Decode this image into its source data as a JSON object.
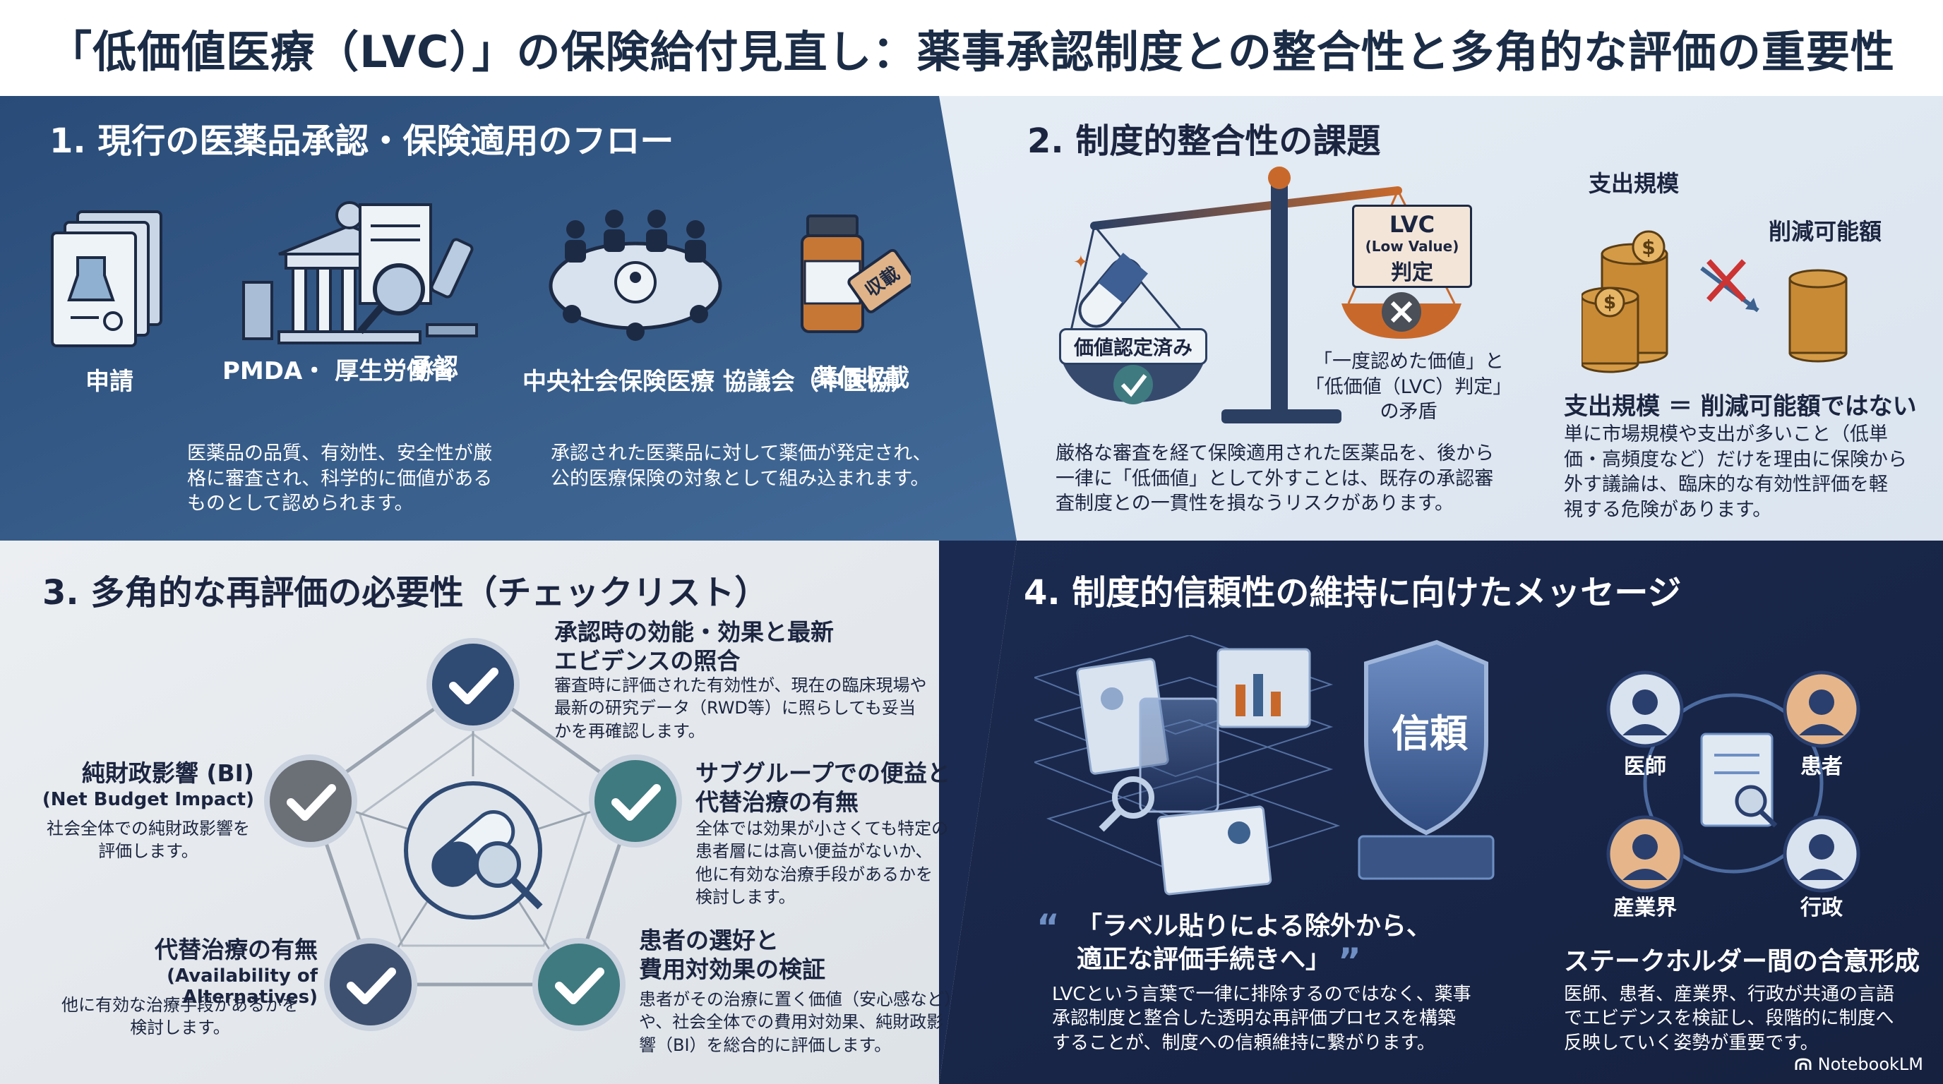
{
  "title": "「低価値医療（LVC）」の保険給付見直し：薬事承認制度との整合性と多角的な評価の重要性",
  "section1": {
    "heading": "1. 現行の医薬品承認・保険適用のフロー",
    "steps": [
      {
        "label": "申請"
      },
      {
        "label": "PMDA・\n厚生労働省"
      },
      {
        "label": "承認"
      },
      {
        "label": "中央社会保険医療\n協議会（中医協）"
      },
      {
        "label": "薬価収載"
      }
    ],
    "price_tag": "収載",
    "desc_left": "医薬品の品質、有効性、安全性が厳\n格に審査され、科学的に価値がある\nものとして認められます。",
    "desc_right": "承認された医薬品に対して薬価が発定され、\n公的医療保険の対象として組み込まれます。"
  },
  "section2": {
    "heading": "2. 制度的整合性の課題",
    "approved_label": "価値認定済み",
    "lvc_line1": "LVC",
    "lvc_line2": "(Low Value)",
    "lvc_line3": "判定",
    "contradiction": "「一度認めた価値」と\n「低価値（LVC）判定」\nの矛盾",
    "desc": "厳格な審査を経て保険適用された医薬品を、後から\n一律に「低価値」として外すことは、既存の承認審\n査制度との一貫性を損なうリスクがあります。",
    "spend_label": "支出規模",
    "reduce_label": "削減可能額",
    "spend_headline": "支出規模 ＝ 削減可能額ではない",
    "spend_desc": "単に市場規模や支出が多いこと（低単\n価・高頻度など）だけを理由に保険から\n外す議論は、臨床的な有効性評価を軽\n視する危険があります。"
  },
  "section3": {
    "heading": "3. 多角的な再評価の必要性（チェックリスト）",
    "items": [
      {
        "title": "承認時の効能・効果と最新\nエビデンスの照合",
        "desc": "審査時に評価された有効性が、現在の臨床現場や\n最新の研究データ（RWD等）に照らしても妥当\nかを再確認します。"
      },
      {
        "title": "サブグループでの便益と\n代替治療の有無",
        "desc": "全体では効果が小さくても特定の\n患者層には高い便益がないか、\n他に有効な治療手段があるかを\n検討します。"
      },
      {
        "title": "患者の選好と\n費用対効果の検証",
        "desc": "患者がその治療に置く価値（安心感など）\nや、社会全体での費用対効果、純財政影\n響（BI）を総合的に評価します。"
      },
      {
        "title": "代替治療の有無",
        "subtitle": "(Availability of Alternatives)",
        "desc": "他に有効な治療手段があるかを\n検討します。"
      },
      {
        "title": "純財政影響 (BI)",
        "subtitle": "(Net Budget Impact)",
        "desc": "社会全体での純財政影響を\n評価します。"
      }
    ]
  },
  "section4": {
    "heading": "4. 制度的信頼性の維持に向けたメッセージ",
    "shield_text": "信頼",
    "quote": "「ラベル貼りによる除外から、\n適正な評価手続きへ」",
    "quote_desc": "LVCという言葉で一律に排除するのではなく、薬事\n承認制度と整合した透明な再評価プロセスを構築\nすることが、制度への信頼維持に繋がります。",
    "stakeholders": [
      {
        "label": "医師"
      },
      {
        "label": "患者"
      },
      {
        "label": "産業界"
      },
      {
        "label": "行政"
      }
    ],
    "consensus_headline": "ステークホルダー間の合意形成",
    "consensus_desc": "医師、患者、産業界、行政が共通の言語\nでエビデンスを検証し、段階的に制度へ\n反映していく姿勢が重要です。"
  },
  "footer": {
    "brand": "NotebookLM"
  },
  "colors": {
    "navy": "#1c2c55",
    "steel": "#3d628f",
    "light_panel": "#dfe8f2",
    "grey_panel": "#e7ebef",
    "check_dark": "#2f4a73",
    "check_teal": "#3f7a80",
    "check_grey": "#6b7077",
    "orange": "#c8692b",
    "red_cross": "#cc3333"
  }
}
